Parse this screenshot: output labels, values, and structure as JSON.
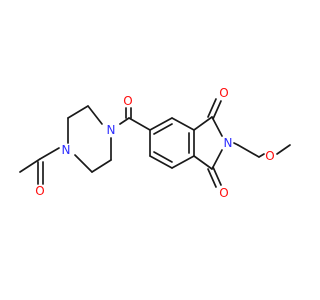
{
  "molecule": {
    "atom_colors": {
      "O": "#ff0d0d",
      "N": "#2c2cff",
      "C": "#1a1a1a"
    },
    "atoms": {
      "o_acetyl": {
        "symbol": "O"
      },
      "n_pip_low": {
        "symbol": "N"
      },
      "n_pip_high": {
        "symbol": "N"
      },
      "o_amide": {
        "symbol": "O"
      },
      "o_imide_1": {
        "symbol": "O"
      },
      "n_imide": {
        "symbol": "N"
      },
      "o_imide_2": {
        "symbol": "O"
      },
      "o_ether": {
        "symbol": "O"
      }
    }
  }
}
